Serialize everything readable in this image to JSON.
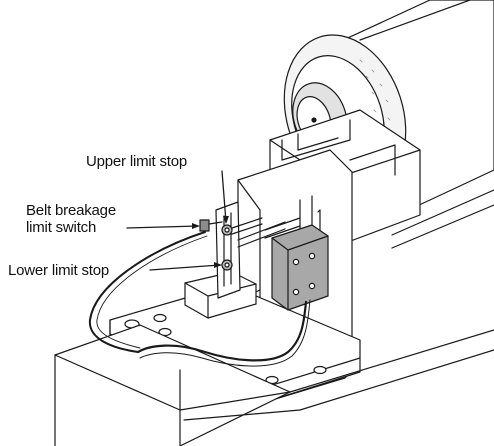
{
  "labels": {
    "upper_limit_stop": "Upper limit stop",
    "belt_breakage_line1": "Belt breakage",
    "belt_breakage_line2": "limit switch",
    "lower_limit_stop": "Lower limit stop"
  },
  "colors": {
    "line": "#1a1a1a",
    "shade": "#b9b9b9",
    "dark_shade": "#8c8c8c",
    "sensor": "#a8a8a8",
    "background": "#ffffff"
  }
}
